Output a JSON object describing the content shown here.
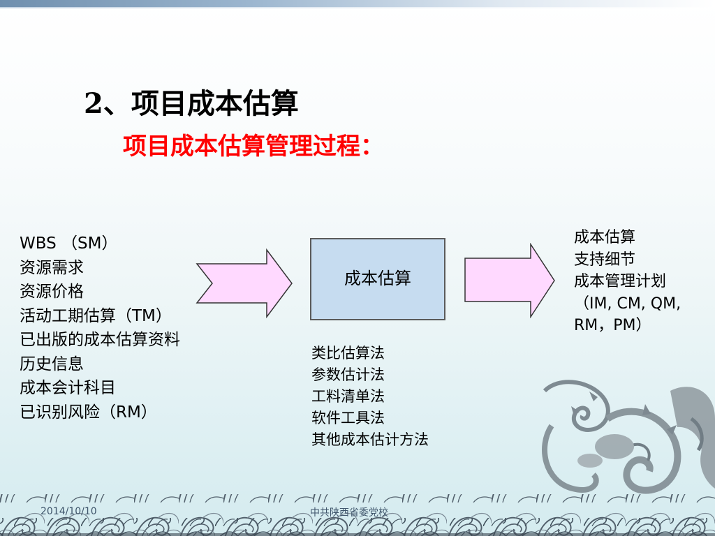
{
  "slide": {
    "title": "2、项目成本估算",
    "subtitle": "项目成本估算管理过程："
  },
  "inputs": [
    "WBS （SM）",
    "资源需求",
    "资源价格",
    "活动工期估算（TM）",
    "已出版的成本估算资料",
    "历史信息",
    "成本会计科目",
    "已识别风险（RM）"
  ],
  "process": {
    "label": "成本估算"
  },
  "tools": [
    "类比估算法",
    "参数估计法",
    "工料清单法",
    "软件工具法",
    "其他成本估计方法"
  ],
  "outputs": [
    "成本估算",
    "支持细节",
    "成本管理计划",
    "（IM, CM, QM,",
    "RM，PM）"
  ],
  "footer": {
    "date": "2014/10/10",
    "org": "中共陕西省委党校"
  },
  "colors": {
    "arrow_fill": "#ffd9ff",
    "box_fill": "#c6dcf0",
    "subtitle": "#ff0000"
  },
  "icons": {
    "decoration": "dragon-wave-decoration-icon"
  }
}
